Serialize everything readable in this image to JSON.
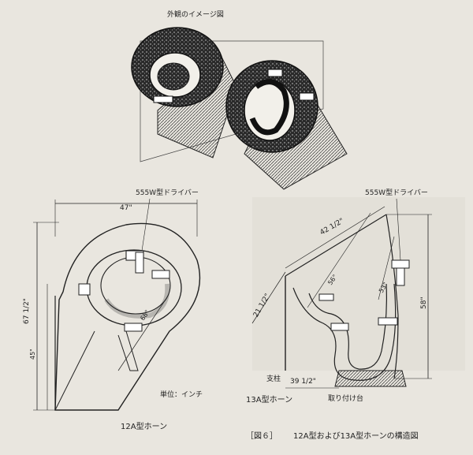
{
  "title_top": "外観のイメージ図",
  "labels": {
    "driver_left": "555W型ドライバー",
    "driver_right": "555W型ドライバー",
    "horn_12a": "12A型ホーン",
    "horn_13a": "13A型ホーン",
    "unit": "単位：インチ",
    "support": "支柱",
    "mount": "取り付け台"
  },
  "dimensions": {
    "width_12a": "47\"",
    "height_12a": "67 1/2\"",
    "height_lower_12a": "45\"",
    "diag_12a": "68\"",
    "top_13a": "42 1/2\"",
    "height_13a": "58\"",
    "left_13a": "21 1/2\"",
    "diag_13a_a": "56\"",
    "diag_13a_b": "53\"",
    "base_13a": "39 1/2\""
  },
  "caption": {
    "fig": "［図６］",
    "text": "12A型および13A型ホーンの構造図"
  }
}
